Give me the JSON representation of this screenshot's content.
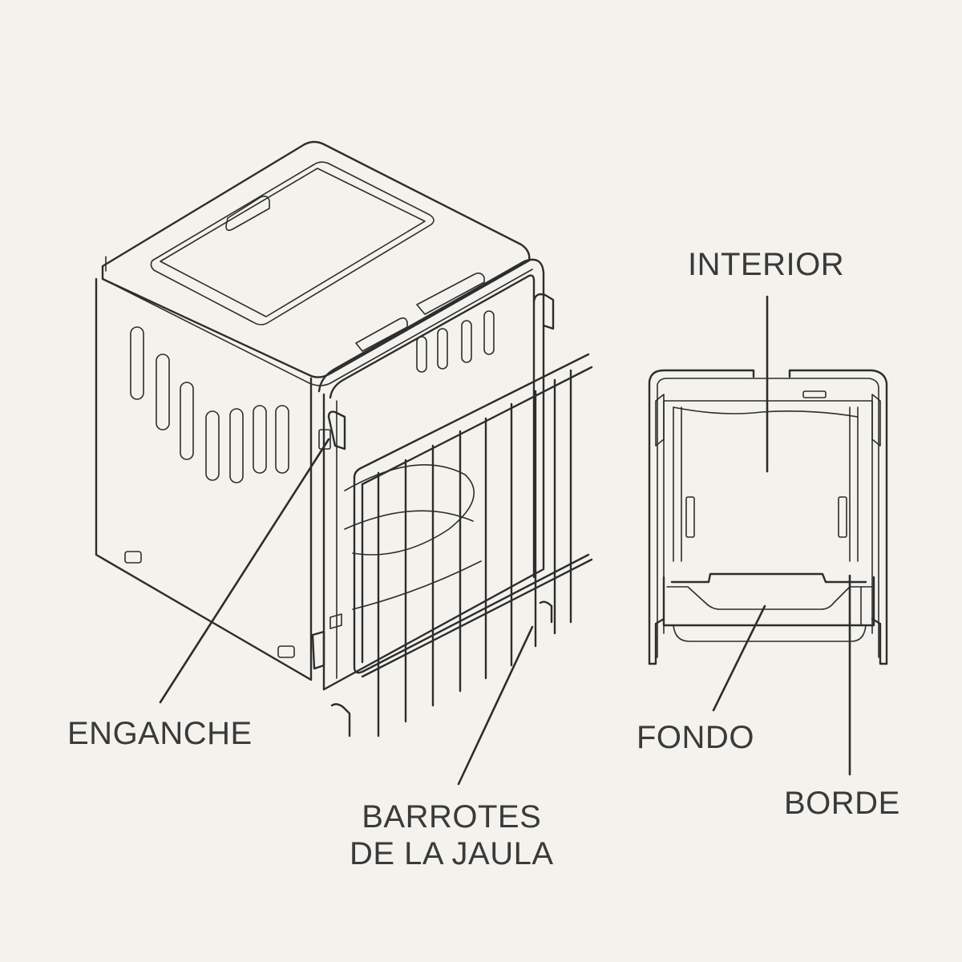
{
  "labels": {
    "enganche": "ENGANCHE",
    "barrotes_line1": "BARROTES",
    "barrotes_line2": "DE LA JAULA",
    "interior": "INTERIOR",
    "fondo": "FONDO",
    "borde": "BORDE"
  },
  "colors": {
    "background": "#f3f2ec",
    "line": "#2d2d2d",
    "text": "#3a3a3a"
  }
}
